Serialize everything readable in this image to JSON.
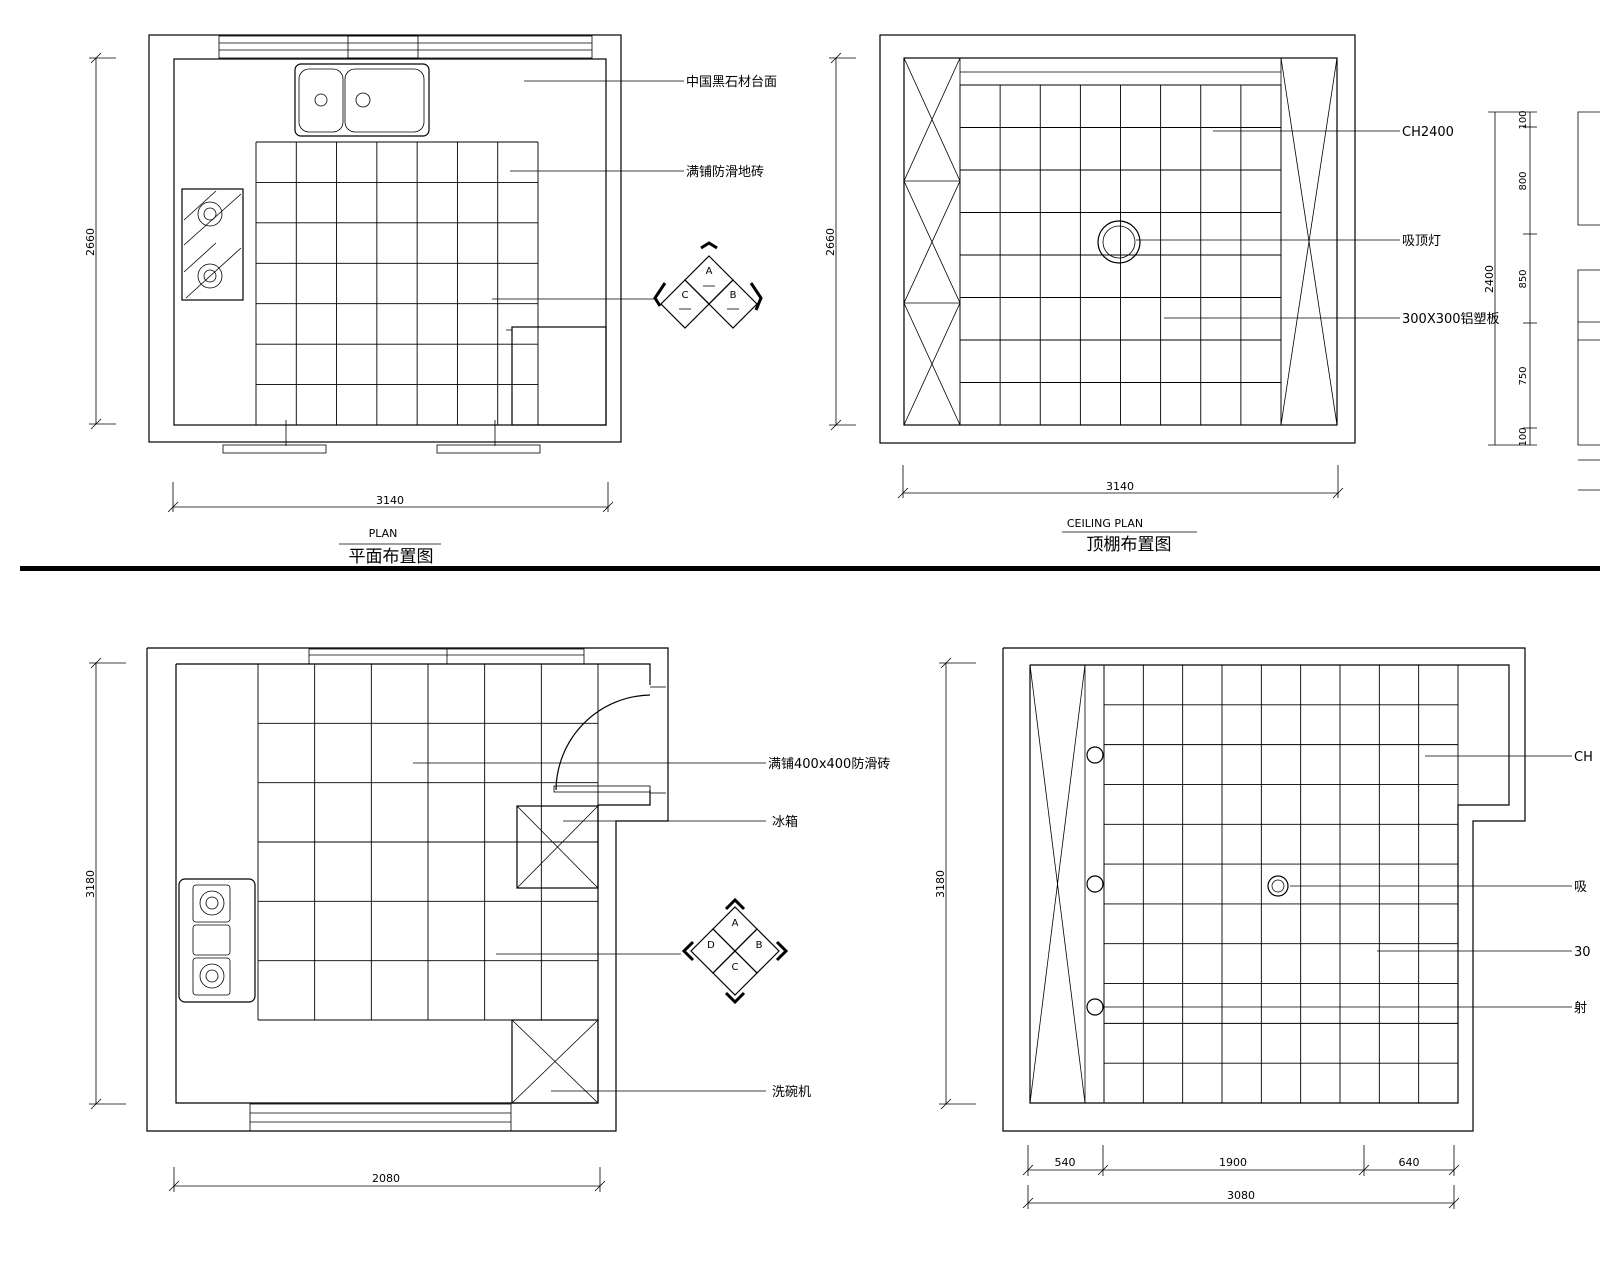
{
  "plan1": {
    "dim_vertical": "2660",
    "dim_horizontal": "3140",
    "label_counter": "中国黑石材台面",
    "label_floor": "满铺防滑地砖",
    "title_en": "PLAN",
    "title_cn": "平面布置图",
    "index": {
      "a": "A",
      "b": "B",
      "c": "C"
    }
  },
  "ceiling1": {
    "dim_vertical": "2660",
    "dim_horizontal": "3140",
    "label_height": "CH2400",
    "label_light": "吸顶灯",
    "label_panel": "300X300铝塑板",
    "title_en": "CEILING PLAN",
    "title_cn": "顶棚布置图"
  },
  "elevation": {
    "dim_total": "2400",
    "dim_segments": [
      "100",
      "800",
      "850",
      "750",
      "100"
    ]
  },
  "plan2": {
    "dim_vertical": "3180",
    "dim_horizontal": "2080",
    "label_floor": "满铺400x400防滑砖",
    "label_fridge": "冰箱",
    "label_dishwasher": "洗碗机",
    "index": {
      "a": "A",
      "b": "B",
      "c": "C",
      "d": "D"
    }
  },
  "ceiling2": {
    "dim_vertical": "3180",
    "dim_horizontal_segments": [
      "540",
      "1900",
      "640"
    ],
    "dim_horizontal_total": "3080",
    "labels_cut": [
      "CH",
      "吸",
      "30",
      "射"
    ]
  }
}
